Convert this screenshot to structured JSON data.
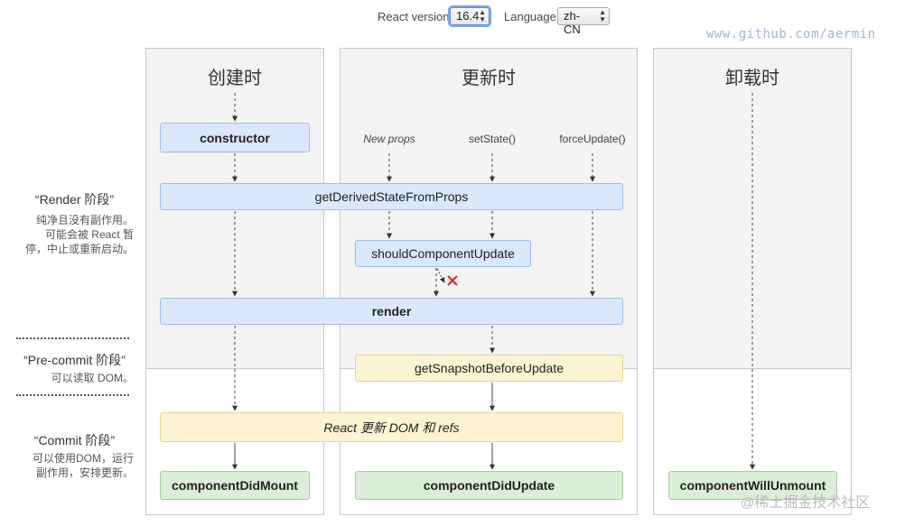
{
  "toolbar": {
    "react_version_label": "React version",
    "react_version_value": "16.4",
    "language_label": "Language",
    "language_value": "zh-CN"
  },
  "watermarks": {
    "github": "www.github.com/aermin",
    "juejin": "稀土掘金技术社区"
  },
  "columns": {
    "mount": {
      "title": "创建时"
    },
    "update": {
      "title": "更新时"
    },
    "unmount": {
      "title": "卸载时"
    }
  },
  "triggers": {
    "new_props": "New props",
    "set_state": "setState()",
    "force_update": "forceUpdate()"
  },
  "nodes": {
    "constructor": "constructor",
    "get_derived_state": "getDerivedStateFromProps",
    "should_update": "shouldComponentUpdate",
    "render": "render",
    "get_snapshot": "getSnapshotBeforeUpdate",
    "react_update_dom": "React 更新 DOM 和 refs",
    "did_mount": "componentDidMount",
    "did_update": "componentDidUpdate",
    "will_unmount": "componentWillUnmount"
  },
  "phases": {
    "render": {
      "title": "“Render 阶段”",
      "desc": [
        "纯净且没有副作用。",
        "可能会被 React 暂",
        "停，中止或重新启动。"
      ]
    },
    "precommit": {
      "title": "“Pre-commit 阶段”",
      "desc": [
        "可以读取 DOM。"
      ]
    },
    "commit": {
      "title": "“Commit 阶段”",
      "desc": [
        "可以使用DOM，运行",
        "副作用，安排更新。"
      ]
    }
  },
  "colors": {
    "render_phase_bg": "#f3f3f3",
    "blue_node": "#dbe8fb",
    "yellow_node": "#fcf3d2",
    "green_node": "#dbeed7",
    "cancel_mark": "#e0202a"
  }
}
